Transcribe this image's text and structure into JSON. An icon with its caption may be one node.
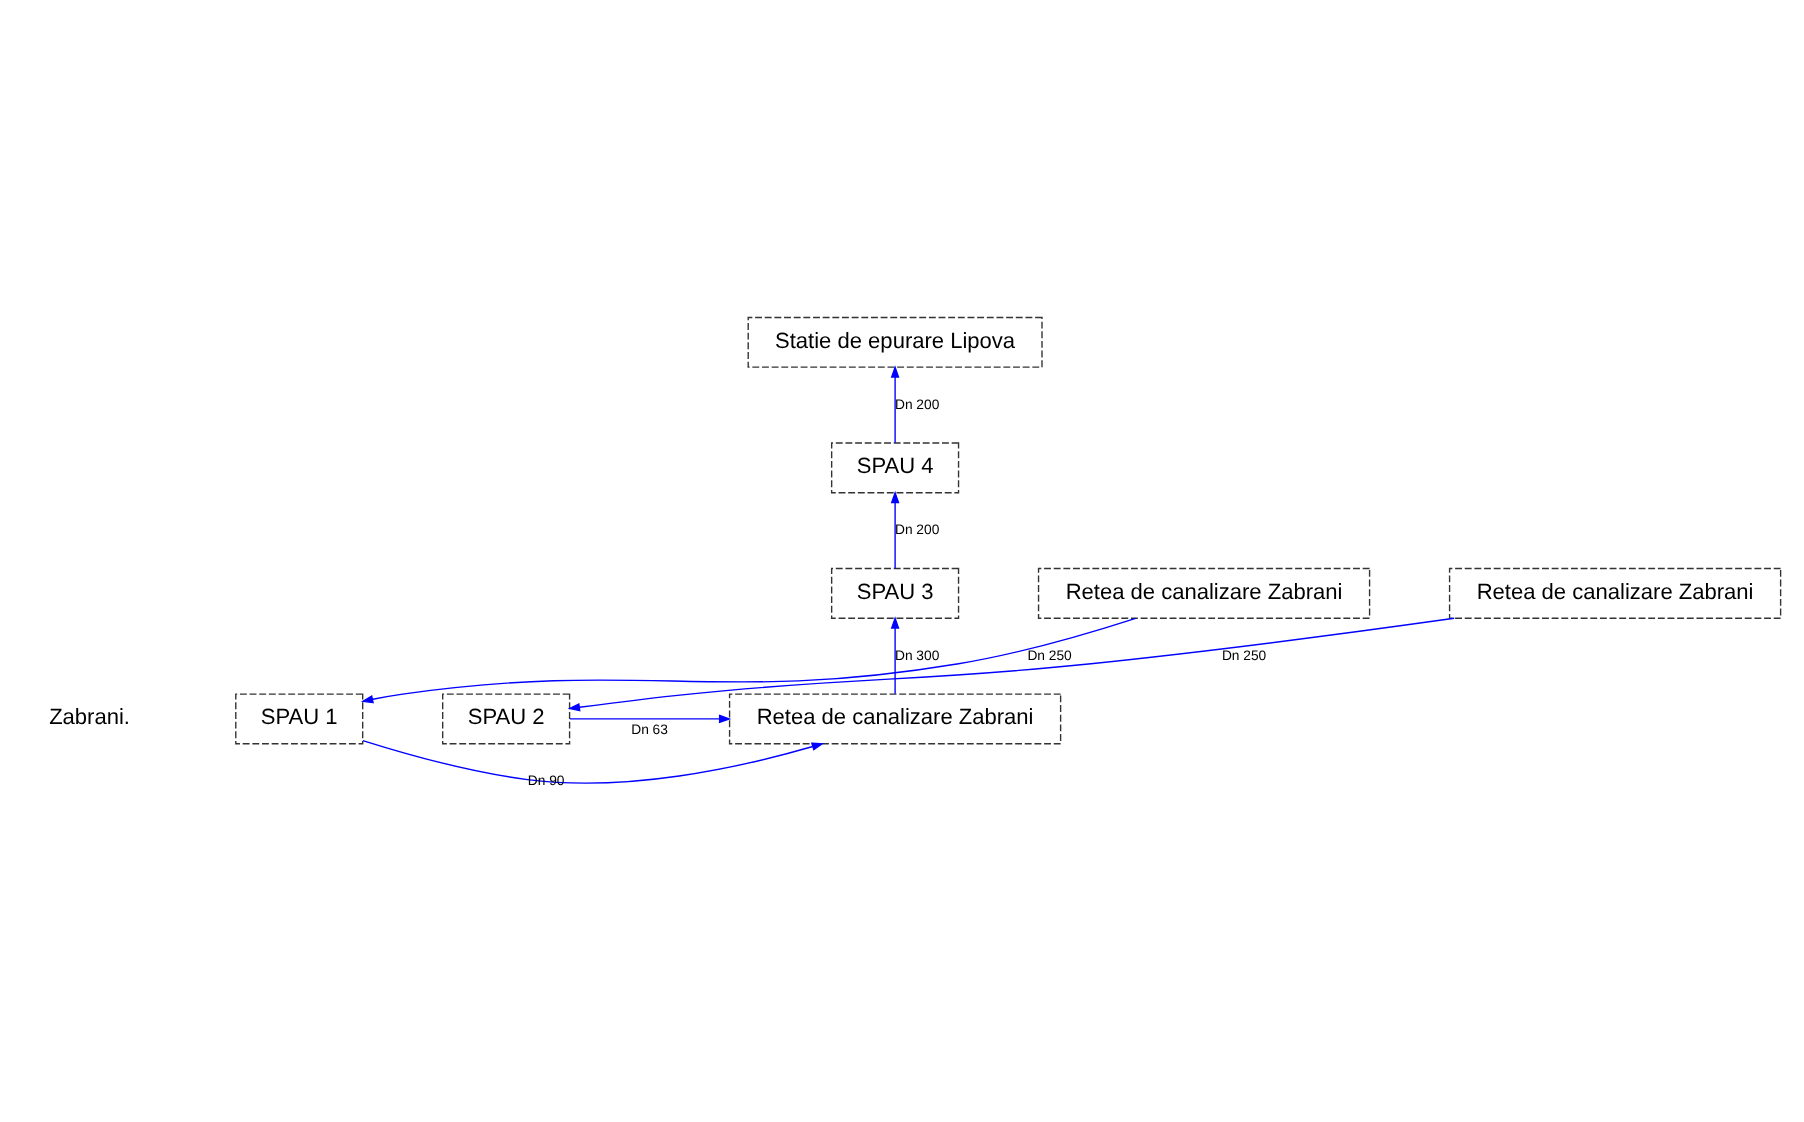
{
  "diagram": {
    "nodes": [
      {
        "text": [
          "Statie de epurare Lipova"
        ]
      },
      {
        "text": [
          "SPAU 4"
        ]
      },
      {
        "text": [
          "Retea de canalizare Zabrani"
        ]
      },
      {
        "text": [
          "Retea de canalizare Zabrani"
        ]
      },
      {
        "text": [
          "SPAU 3"
        ]
      },
      {
        "text": [
          "SPAU 1"
        ]
      },
      {
        "text": [
          "Retea de canalizare Zabrani"
        ]
      },
      {
        "text": [
          "SPAU 2"
        ]
      }
    ],
    "edges": [
      {
        "from": 1,
        "to": 0,
        "arrow": "to",
        "label": "Dn 200"
      },
      {
        "from": 4,
        "to": 1,
        "arrow": "to",
        "label": "Dn 200"
      },
      {
        "from": 2,
        "to": 5,
        "arrow": "to",
        "label": "Dn 250"
      },
      {
        "from": 3,
        "to": 7,
        "arrow": "to",
        "label": "Dn 250"
      },
      {
        "from": 6,
        "to": 4,
        "arrow": "to",
        "label": "Dn 300"
      },
      {
        "from": 5,
        "to": 6,
        "arrow": "to",
        "label": "Dn 90"
      },
      {
        "from": 7,
        "to": 6,
        "arrow": "to",
        "label": "Dn 63"
      }
    ],
    "labels": [
      "Zabrani."
    ]
  }
}
